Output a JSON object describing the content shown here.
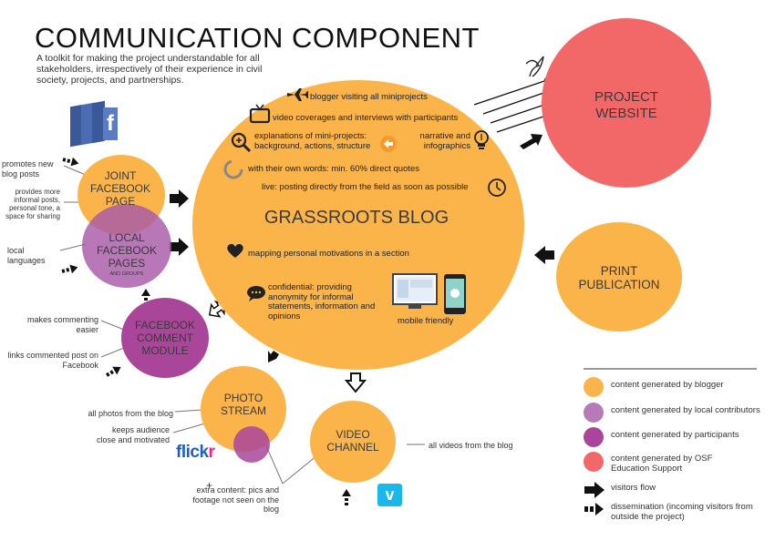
{
  "title": "COMMUNICATION COMPONENT",
  "subtitle": "A toolkit for making the project understandable for all stakeholders, irrespectively of their experience in civil society, projects, and partnerships.",
  "colors": {
    "orange": "#fbb449",
    "purple": "#a859a7",
    "magenta": "#a9469a",
    "red": "#f26868",
    "arrow": "#111111"
  },
  "nodes": {
    "blog": "GRASSROOTS BLOG",
    "website": "PROJECT WEBSITE",
    "joint_fb": "JOINT FACEBOOK PAGE",
    "local_fb": "LOCAL FACEBOOK PAGES",
    "local_fb_sub": "AND GROUPS",
    "fb_comment": "FACEBOOK COMMENT MODULE",
    "photo": "PHOTO STREAM",
    "video": "VIDEO CHANNEL",
    "print": "PRINT PUBLICATION"
  },
  "blog_features": {
    "blogger": "blogger visiting all miniprojects",
    "video": "video coverages and interviews with participants",
    "explanations": "explanations of mini-projects: background, actions, structure",
    "narrative": "narrative and infographics",
    "own_words": "with their own words: min. 60% direct quotes",
    "live": "live: posting directly from the field as soon as possible",
    "mapping": "mapping personal motivations in a section",
    "confidential": "confidential: providing anonymity for informal statements, information and opinions",
    "mobile": "mobile friendly"
  },
  "annotations": {
    "promotes": "promotes new blog posts",
    "informal": "provides more informal posts, personal tone, a space for sharing",
    "languages": "local languages",
    "commenting": "makes commenting easier",
    "links": "links commented post on Facebook",
    "all_photos": "all photos from the blog",
    "keeps": "keeps audience close and motivated",
    "extra": "extra content: pics and footage not seen on the blog",
    "extra_plus": "+",
    "all_videos": "all videos from the blog"
  },
  "brands": {
    "flickr_a": "flick",
    "flickr_b": "r",
    "facebook": "f",
    "vimeo": "v"
  },
  "legend": [
    {
      "label": "content generated by blogger",
      "color": "#fbb449"
    },
    {
      "label": "content generated by local contributors",
      "color": "#b77ab6"
    },
    {
      "label": "content generated by participants",
      "color": "#a9469a"
    },
    {
      "label": "content generated by OSF Education Support",
      "color": "#f26868"
    },
    {
      "label": "visitors flow",
      "icon": "solid-arrow-icon"
    },
    {
      "label": "dissemination (incoming visitors from outside the project)",
      "icon": "dashed-arrow-icon"
    }
  ]
}
